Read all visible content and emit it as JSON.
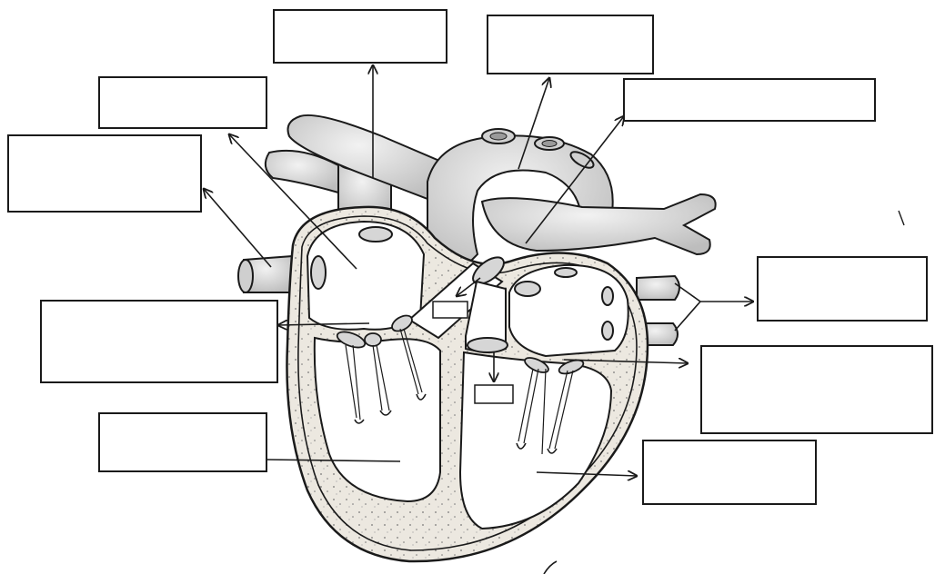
{
  "diagram": {
    "subject": "heart",
    "colors": {
      "line": "#1a1a1a",
      "vessel_fill": "#dcdcdc",
      "vessel_shade": "#bdbdbd",
      "chamber_fill": "#ffffff",
      "wall_fill": "#e9e6df",
      "box_fill": "#ffffff"
    },
    "label_boxes": [
      {
        "id": "box-1",
        "text": ""
      },
      {
        "id": "box-2",
        "text": ""
      },
      {
        "id": "box-3",
        "text": ""
      },
      {
        "id": "box-4",
        "text": ""
      },
      {
        "id": "box-5",
        "text": ""
      },
      {
        "id": "box-6",
        "text": ""
      },
      {
        "id": "box-7",
        "text": ""
      },
      {
        "id": "box-8",
        "text": ""
      },
      {
        "id": "box-9",
        "text": ""
      },
      {
        "id": "box-10",
        "text": ""
      },
      {
        "id": "box-11",
        "text": ""
      },
      {
        "id": "small-box-1",
        "text": ""
      },
      {
        "id": "small-box-2",
        "text": ""
      }
    ]
  }
}
